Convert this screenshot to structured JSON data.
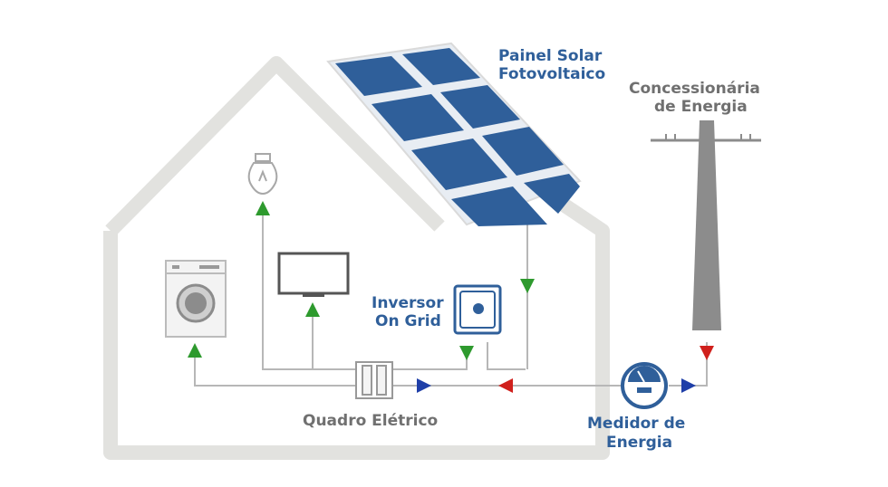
{
  "labels": {
    "solar_panel": [
      "Painel Solar",
      "Fotovoltaico"
    ],
    "utility": [
      "Concessionária",
      "de Energia"
    ],
    "inverter": [
      "Inversor",
      "On Grid"
    ],
    "breaker_panel": "Quadro Elétrico",
    "meter": [
      "Medidor de",
      "Energia"
    ]
  },
  "colors": {
    "house_outline": "#d9d9d6",
    "wire": "#b7b7b7",
    "panel_cell": "#2f5f9a",
    "label_blue": "#2f5f9a",
    "label_gray": "#707070",
    "arrow_green": "#2e9a2e",
    "arrow_blue": "#1f3fa8",
    "arrow_red": "#d0201c",
    "pole": "#8c8c8c"
  },
  "icons": [
    "light-bulb-icon",
    "tv-icon",
    "washing-machine-icon",
    "inverter-icon",
    "breaker-panel-icon",
    "energy-meter-icon",
    "utility-pole-icon",
    "solar-panel-icon"
  ]
}
